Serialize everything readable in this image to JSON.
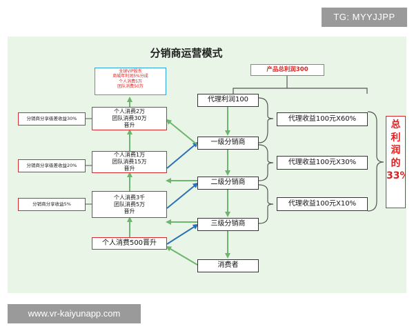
{
  "watermark_top": "TG: MYYJJPP",
  "watermark_bottom": "www.vr-kaiyunapp.com",
  "title": "分销商运营模式",
  "vip_box": [
    "全球VIP股东",
    "商城年利润5%分成",
    "个人消费5万",
    "团队消费50万"
  ],
  "levels": [
    {
      "lines": [
        "个人消费2万",
        "团队消费30万",
        "晋升"
      ],
      "share": "分销商分享级差收益30%"
    },
    {
      "lines": [
        "个人消费1万",
        "团队消费15万",
        "晋升"
      ],
      "share": "分销商分享级差收益20%"
    },
    {
      "lines": [
        "个人消费3千",
        "团队消费5万",
        "晋升"
      ],
      "share": "分销商分享收益5%"
    }
  ],
  "entry_box": "个人消费500晋升",
  "chain": [
    "代理利润100",
    "一级分销商",
    "二级分销商",
    "三级分销商",
    "消费者"
  ],
  "profit_label": "产品总利润300",
  "incomes": [
    "代理收益100元X60%",
    "代理收益100元X30%",
    "代理收益100元X10%"
  ],
  "total": "总利润的33%",
  "colors": {
    "panel": "#e9f5e6",
    "green_arrow": "#6db56d",
    "blue_arrow": "#2a6fb8",
    "red": "#d9262c",
    "cyan": "#29a5d8"
  }
}
